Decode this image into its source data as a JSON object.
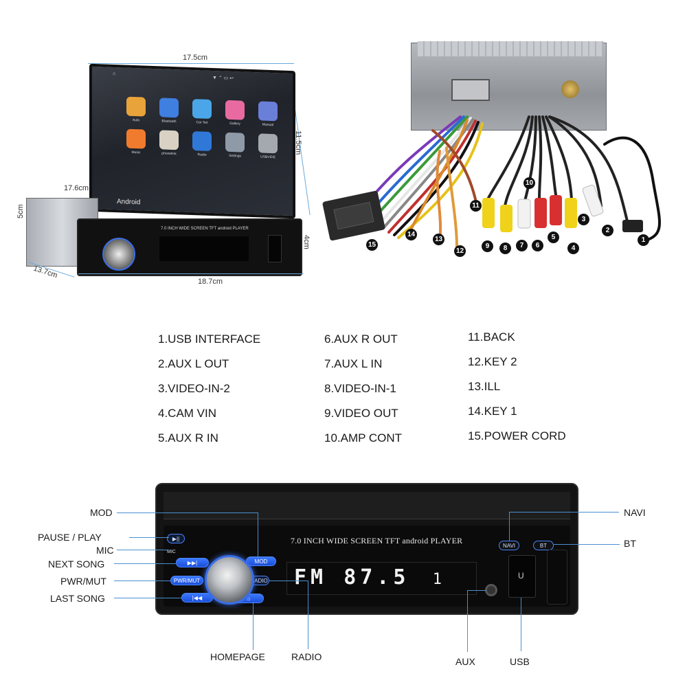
{
  "product_view": {
    "dimensions": {
      "width_top": "17.5cm",
      "height": "11.5cm",
      "depth_side": "17.6cm",
      "body_height": "5cm",
      "face_height": "4cm",
      "depth_bottom": "13.7cm",
      "face_width": "18.7cm"
    },
    "screen": {
      "android_label": "Android",
      "apps": [
        {
          "label": "Auto",
          "icon": "auto-icon",
          "color": "#e8a33b"
        },
        {
          "label": "Bluetooth",
          "icon": "bluetooth-icon",
          "color": "#3f7fe0"
        },
        {
          "label": "Car Set",
          "icon": "car-set-icon",
          "color": "#4aa6e8"
        },
        {
          "label": "Gallery",
          "icon": "gallery-icon",
          "color": "#e86aa0"
        },
        {
          "label": "Manual",
          "icon": "manual-icon",
          "color": "#6a7fd8"
        },
        {
          "label": "Music",
          "icon": "music-icon",
          "color": "#f07b2e"
        },
        {
          "label": "phonelink",
          "icon": "phonelink-icon",
          "color": "#d9d2c4"
        },
        {
          "label": "Radio",
          "icon": "radio-icon",
          "color": "#2f78d8"
        },
        {
          "label": "Settings",
          "icon": "settings-icon",
          "color": "#8e9aa8"
        },
        {
          "label": "USBVIDE",
          "icon": "usb-video-icon",
          "color": "#a4a9b0"
        }
      ]
    },
    "faceplate_title": "7.0 INCH WIDE SCREEN TFT android PLAYER"
  },
  "harness_numbers": [
    "1",
    "2",
    "3",
    "4",
    "5",
    "6",
    "7",
    "8",
    "9",
    "10",
    "11",
    "12",
    "13",
    "14",
    "15"
  ],
  "legend": {
    "col1": [
      "1.USB INTERFACE",
      "2.AUX L OUT",
      "3.VIDEO-IN-2",
      "4.CAM VIN",
      "5.AUX R IN"
    ],
    "col2": [
      "6.AUX R OUT",
      "7.AUX L IN",
      "8.VIDEO-IN-1",
      "9.VIDEO OUT",
      "10.AMP CONT"
    ],
    "col3": [
      "11.BACK",
      "12.KEY 2",
      "13.ILL",
      "14.KEY 1",
      "15.POWER CORD"
    ]
  },
  "front_panel": {
    "title": "7.0 INCH WIDE SCREEN TFT android PLAYER",
    "buttons": {
      "mod": "MOD",
      "pwr_mut": "PWR/MUT",
      "radio": "RADIO",
      "navi": "NAVI",
      "bt": "BT",
      "mic": "MIC",
      "play": "▶||",
      "next": "▶▶|",
      "prev": "|◀◀",
      "usb_slot": "U"
    },
    "lcd": {
      "band": "FM",
      "freq": "87.5",
      "channel": "1"
    },
    "callouts": {
      "mod": "MOD",
      "pause_play": "PAUSE / PLAY",
      "mic": "MIC",
      "next_song": "NEXT SONG",
      "pwr_mut": "PWR/MUT",
      "last_song": "LAST SONG",
      "homepage": "HOMEPAGE",
      "radio": "RADIO",
      "navi": "NAVI",
      "bt": "BT",
      "aux": "AUX",
      "usb": "USB"
    }
  }
}
